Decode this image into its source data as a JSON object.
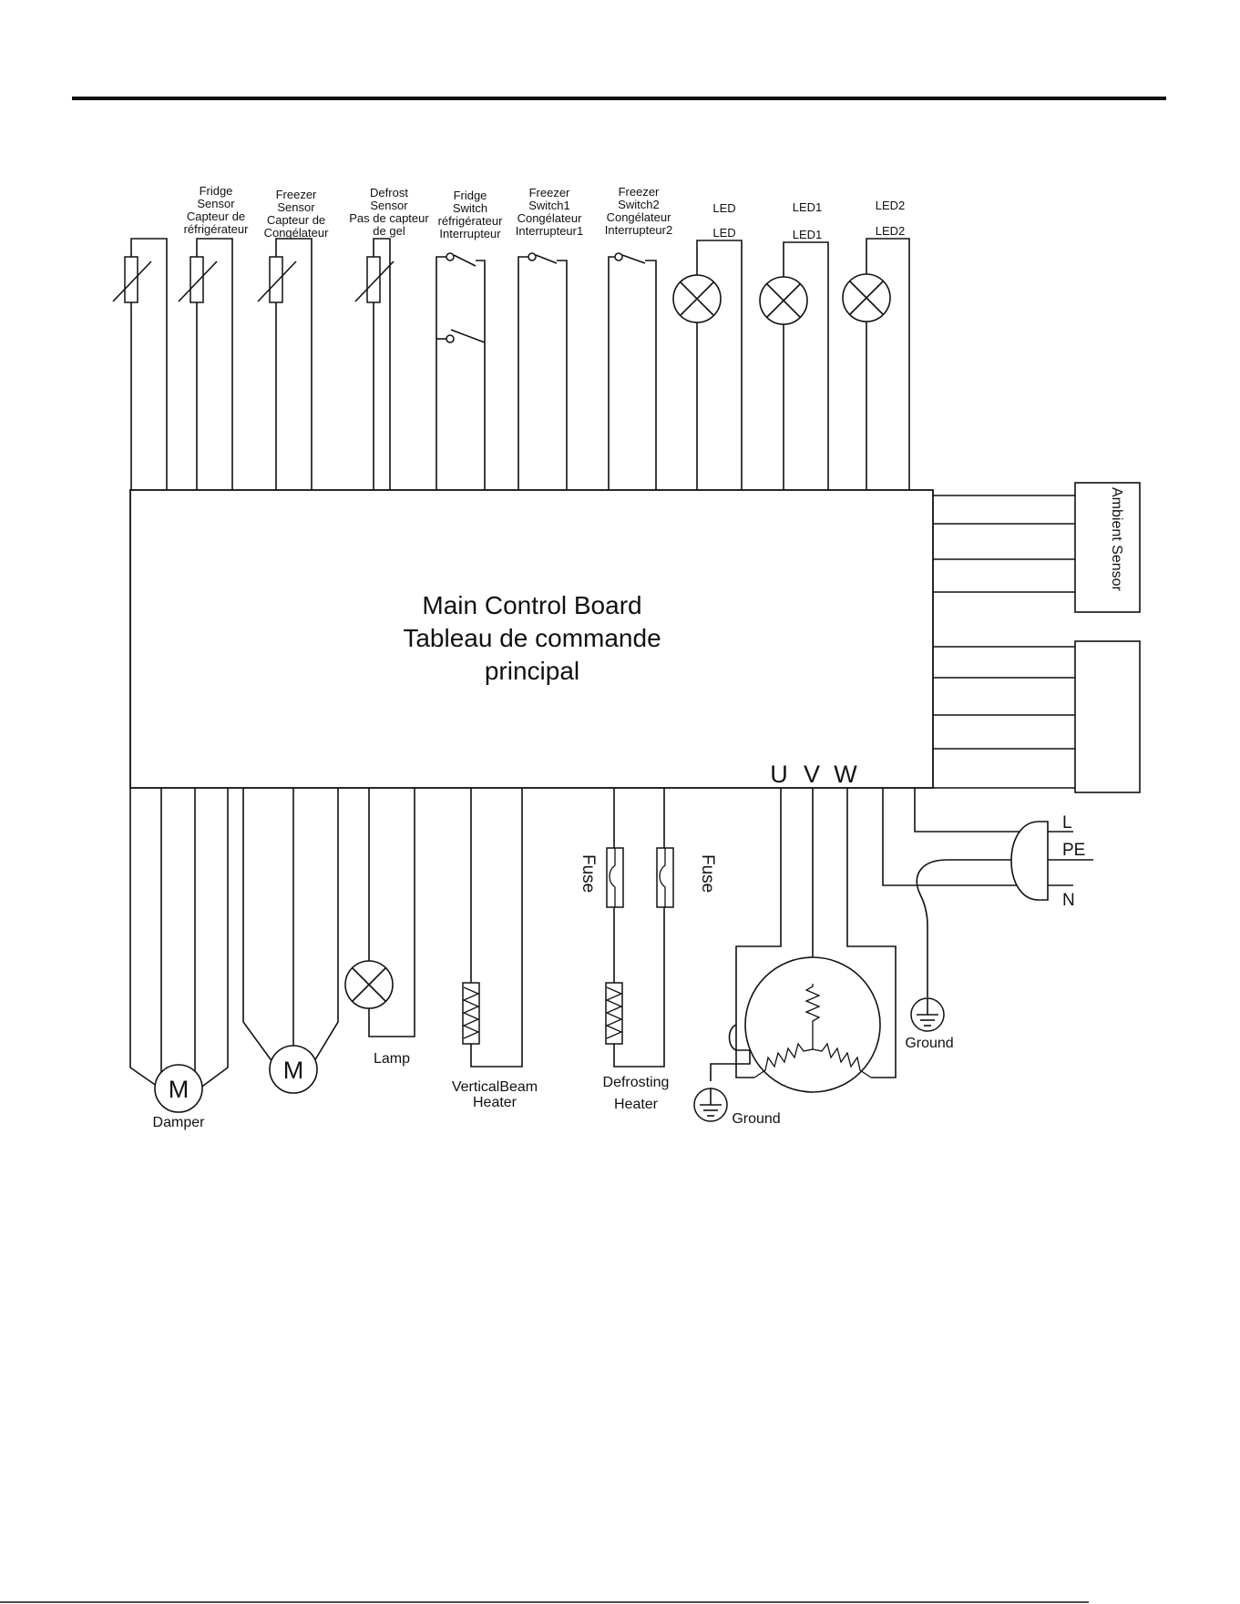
{
  "board": {
    "title_line1": "Main Control Board",
    "title_line2": "Tableau de commande",
    "title_line3": "principal"
  },
  "top_components": {
    "fridge_sensor": [
      "Fridge",
      "Sensor",
      "Capteur de",
      "réfrigérateur"
    ],
    "freezer_sensor": [
      "Freezer",
      "Sensor",
      "Capteur de",
      "Congélateur"
    ],
    "defrost_sensor": [
      "Defrost",
      "Sensor",
      "Pas de capteur",
      "de gel"
    ],
    "fridge_switch": [
      "Fridge",
      "Switch",
      "réfrigérateur",
      "Interrupteur"
    ],
    "freezer_switch1": [
      "Freezer",
      "Switch1",
      "Congélateur",
      "Interrupteur1"
    ],
    "freezer_switch2": [
      "Freezer",
      "Switch2",
      "Congélateur",
      "Interrupteur2"
    ],
    "led": [
      "LED",
      "LED"
    ],
    "led1": [
      "LED1",
      "LED1"
    ],
    "led2": [
      "LED2",
      "LED2"
    ]
  },
  "right_components": {
    "ambient_sensor": "Ambient Sensor"
  },
  "bottom_components": {
    "motor_label": "M",
    "damper": "Damper",
    "lamp": "Lamp",
    "vertical_beam_heater": [
      "VerticalBeam",
      "Heater"
    ],
    "fuse": "Fuse",
    "defrosting_heater": [
      "Defrosting",
      "Heater"
    ],
    "phase_u": "U",
    "phase_v": "V",
    "phase_w": "W",
    "ground": "Ground",
    "plug_l": "L",
    "plug_pe": "PE",
    "plug_n": "N"
  }
}
